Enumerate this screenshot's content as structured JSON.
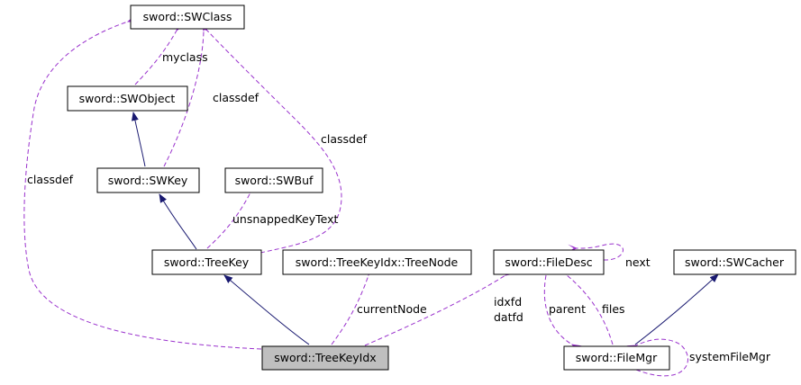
{
  "diagram": {
    "colors": {
      "inheritance": "#191970",
      "usage": "#9a32cd",
      "node_fill": "#ffffff",
      "highlight_fill": "#bfbfbf",
      "node_border": "#000000"
    },
    "nodes": {
      "swclass": "sword::SWClass",
      "swobject": "sword::SWObject",
      "swkey": "sword::SWKey",
      "swbuf": "sword::SWBuf",
      "treekey": "sword::TreeKey",
      "treenode": "sword::TreeKeyIdx::TreeNode",
      "filedesc": "sword::FileDesc",
      "swcacher": "sword::SWCacher",
      "treekeyidx": "sword::TreeKeyIdx",
      "filemgr": "sword::FileMgr"
    },
    "edge_labels": {
      "myclass": "myclass",
      "classdef_swkey": "classdef",
      "classdef_treekey": "classdef",
      "classdef_treekeyidx": "classdef",
      "unsnapped": "unsnappedKeyText",
      "currentnode": "currentNode",
      "idxfd": "idxfd",
      "datfd": "datfd",
      "next": "next",
      "parent": "parent",
      "files": "files",
      "systemfilemgr": "systemFileMgr"
    }
  }
}
